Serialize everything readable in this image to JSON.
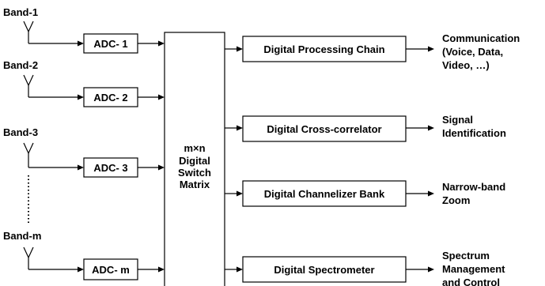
{
  "bands": [
    {
      "label": "Band-1",
      "adc": "ADC- 1"
    },
    {
      "label": "Band-2",
      "adc": "ADC- 2"
    },
    {
      "label": "Band-3",
      "adc": "ADC- 3"
    },
    {
      "label": "Band-m",
      "adc": "ADC- m"
    }
  ],
  "switch_matrix": {
    "lines": [
      "m×n",
      "Digital",
      "Switch",
      "Matrix"
    ]
  },
  "chains": [
    {
      "label": "Digital Processing Chain",
      "output": [
        "Communication",
        "(Voice, Data,",
        "Video, …)"
      ]
    },
    {
      "label": "Digital Cross-correlator",
      "output": [
        "Signal",
        "Identification"
      ]
    },
    {
      "label": "Digital Channelizer Bank",
      "output": [
        "Narrow-band",
        "Zoom"
      ]
    },
    {
      "label": "Digital Spectrometer",
      "output": [
        "Spectrum",
        "Management",
        "and Control"
      ]
    }
  ],
  "colors": {
    "stroke": "#000000",
    "background": "#ffffff"
  }
}
